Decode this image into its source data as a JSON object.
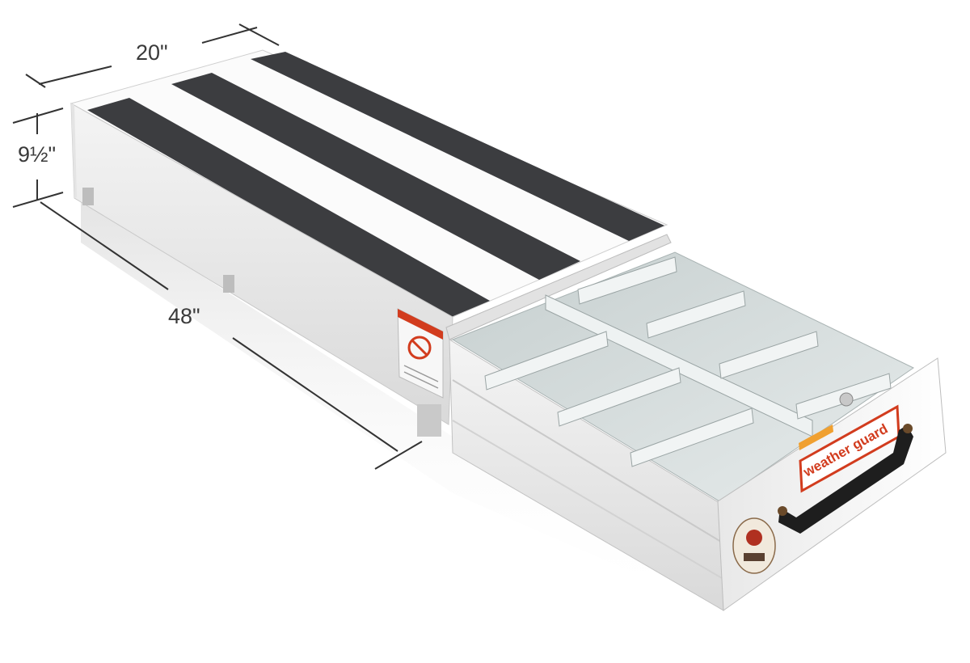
{
  "dimensions": {
    "width": "20\"",
    "height": "9½\"",
    "length": "48\""
  },
  "product": {
    "brand_logo_text": "weather guard"
  },
  "colors": {
    "body": "#f2f2f2",
    "tread": "#3c3d40",
    "drawer_interior": "#d9e0e0",
    "logo_red": "#d23c1e",
    "warning_orange": "#f0a030"
  }
}
